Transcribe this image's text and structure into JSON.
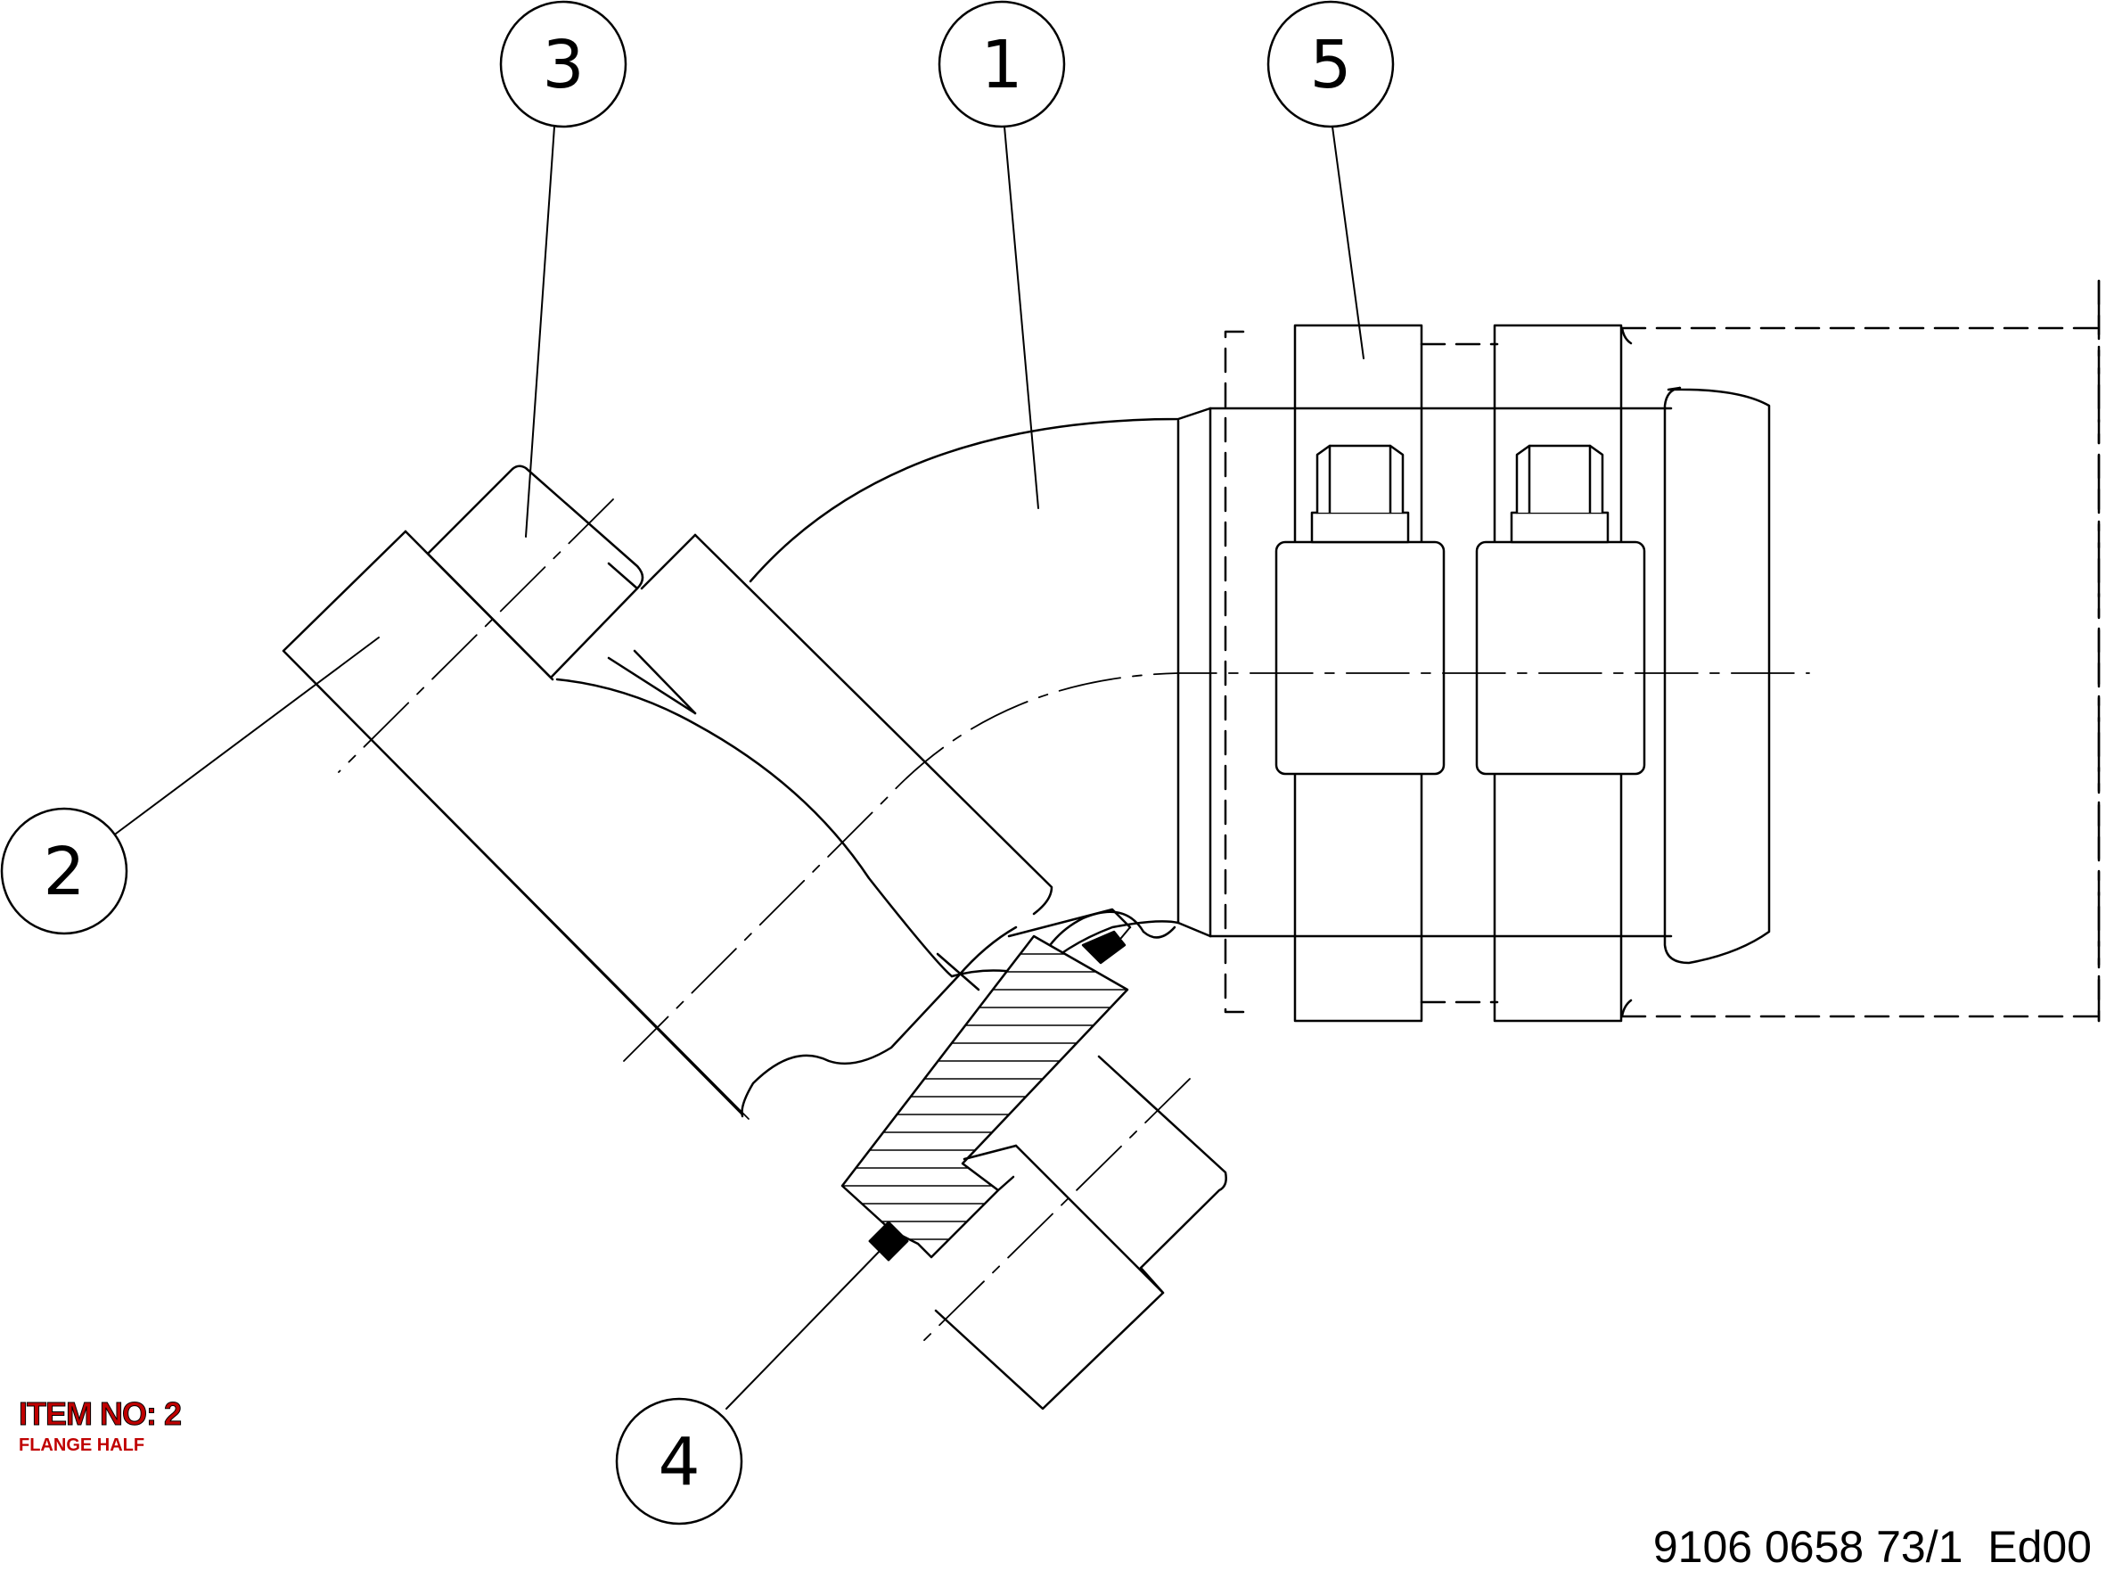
{
  "balloons": [
    "1",
    "2",
    "3",
    "4",
    "5"
  ],
  "item_label": {
    "title": "ITEM NO: 2",
    "subtitle": "FLANGE HALF"
  },
  "document_number": "9106 0658 73/1  Ed00",
  "colors": {
    "line": "#000000",
    "item_label": "#c00000",
    "background": "#ffffff"
  }
}
